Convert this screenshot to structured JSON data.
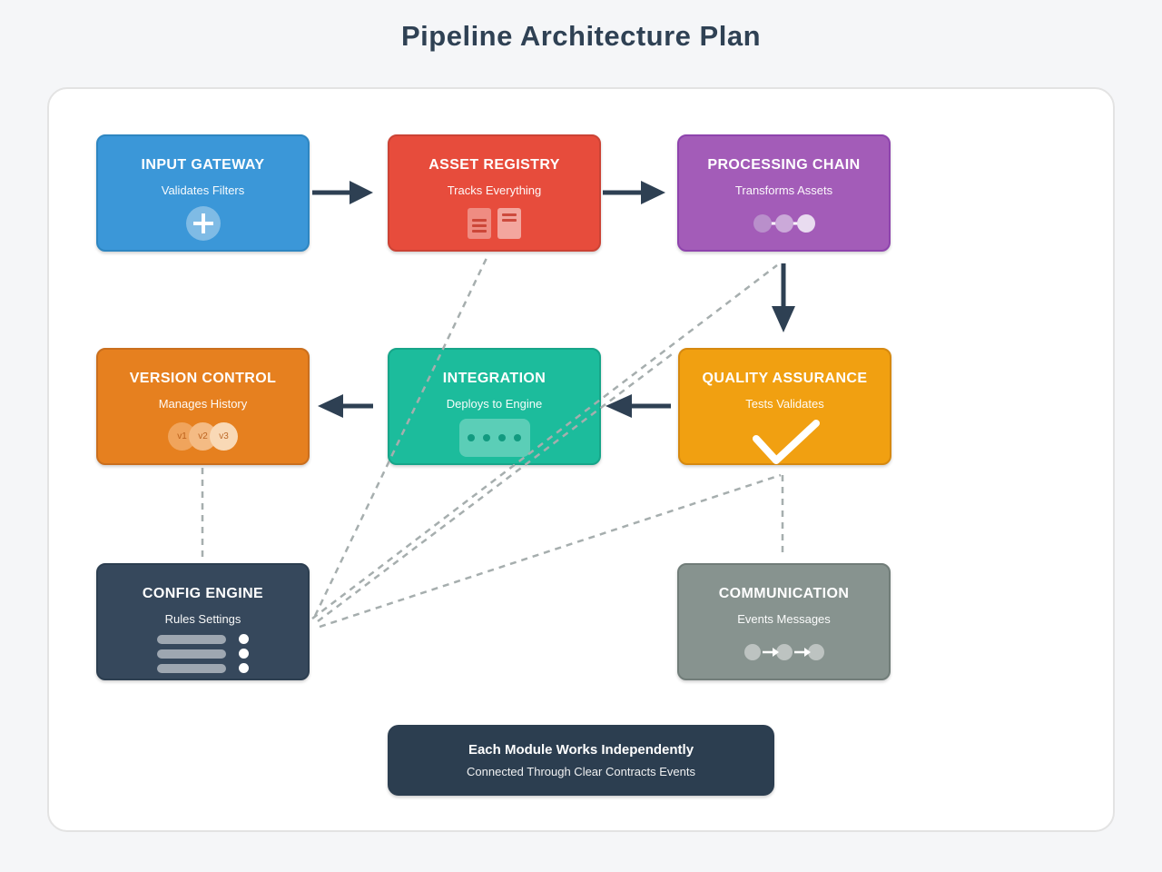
{
  "page": {
    "title": "Pipeline Architecture Plan",
    "background": "#f5f6f8"
  },
  "modules": {
    "input_gateway": {
      "title": "INPUT GATEWAY",
      "subtitle": "Validates Filters",
      "icon": "plus-icon",
      "color": "#3b97d8",
      "border_color": "#2e86c1"
    },
    "asset_registry": {
      "title": "ASSET REGISTRY",
      "subtitle": "Tracks Everything",
      "icon": "documents-icon",
      "color": "#e74c3c",
      "border_color": "#cb4335"
    },
    "processing_chain": {
      "title": "PROCESSING CHAIN",
      "subtitle": "Transforms Assets",
      "icon": "chain-nodes-icon",
      "color": "#a35cb8",
      "border_color": "#8e44ad"
    },
    "version_control": {
      "title": "VERSION CONTROL",
      "subtitle": "Manages History",
      "icon": "version-circles-icon",
      "color": "#e6801f",
      "border_color": "#ca6f1e",
      "versions": [
        "v1",
        "v2",
        "v3"
      ]
    },
    "integration": {
      "title": "INTEGRATION",
      "subtitle": "Deploys to Engine",
      "icon": "deploy-dots-icon",
      "color": "#1cbc9c",
      "border_color": "#17a589"
    },
    "quality_assurance": {
      "title": "QUALITY ASSURANCE",
      "subtitle": "Tests Validates",
      "icon": "checkmark-icon",
      "color": "#f1a011",
      "border_color": "#d68910"
    },
    "config_engine": {
      "title": "CONFIG ENGINE",
      "subtitle": "Rules Settings",
      "icon": "settings-list-icon",
      "color": "#36485c",
      "border_color": "#2c3e50"
    },
    "communication": {
      "title": "COMMUNICATION",
      "subtitle": "Events Messages",
      "icon": "message-flow-icon",
      "color": "#87938f",
      "border_color": "#717d79"
    }
  },
  "banner": {
    "title": "Each Module Works Independently",
    "subtitle": "Connected Through Clear Contracts Events",
    "color": "#2c3e50"
  },
  "diagram": {
    "arrow_color": "#2e4053",
    "dashed_color": "#a6aeae",
    "solid_arrows": [
      "input_gateway → asset_registry",
      "asset_registry → processing_chain",
      "processing_chain → quality_assurance",
      "quality_assurance → integration",
      "integration → version_control"
    ],
    "dashed_links": [
      "version_control – config_engine",
      "quality_assurance – communication",
      "config_engine – asset_registry",
      "config_engine – processing_chain",
      "config_engine – quality_assurance (top)",
      "config_engine – quality_assurance (bottom)"
    ]
  }
}
